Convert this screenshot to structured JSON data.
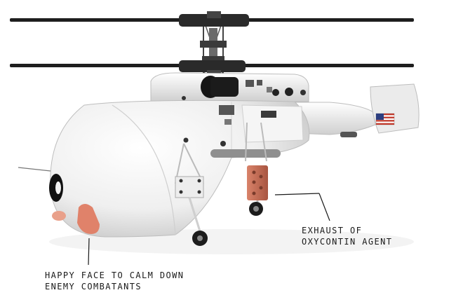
{
  "annotations": {
    "exhaust": {
      "line1": "EXHAUST OF",
      "line2": "OXYCONTIN AGENT"
    },
    "happy_face": {
      "line1": "HAPPY FACE TO CALM DOWN",
      "line2": "ENEMY COMBATANTS"
    }
  },
  "colors": {
    "body": "#f2f2f2",
    "body_shadow": "#c9c9c9",
    "rotor": "#1e1e1e",
    "exhaust": "#c46a50",
    "mouth": "#e0826a",
    "flag_red": "#c0392b",
    "flag_blue": "#2c3e80"
  },
  "icons": [
    "helicopter-illustration",
    "us-flag-icon"
  ]
}
